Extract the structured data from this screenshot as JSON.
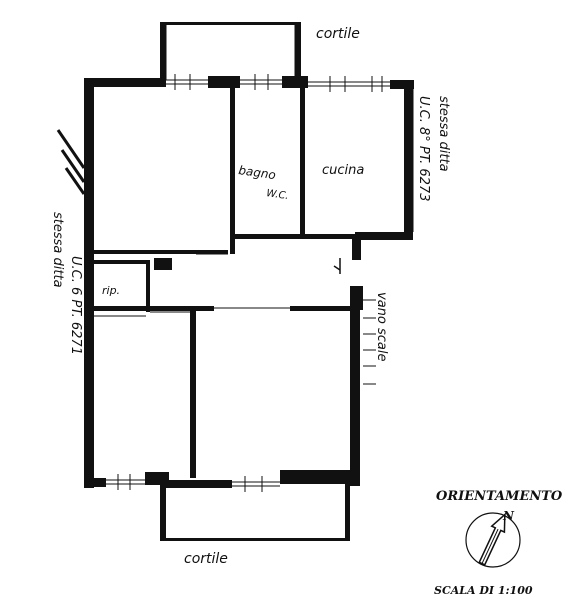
{
  "labels": {
    "top_courtyard": "cortile",
    "bottom_courtyard": "cortile",
    "bathroom": "bagno",
    "wc": "W.C.",
    "kitchen": "cucina",
    "storage": "rip.",
    "stairwell": "vano scale",
    "right_neighbor_line1": "stessa ditta",
    "right_neighbor_line2": "U.C. 8° PT. 6273",
    "left_neighbor_line1": "stessa ditta",
    "left_neighbor_line2": "U.C. 6 PT. 6271",
    "orientation": "ORIENTAMENTO",
    "north": "N",
    "scale": "SCALA DI 1:100"
  },
  "colors": {
    "ink": "#111111",
    "paper": "#ffffff"
  },
  "icons": {
    "compass": "compass-icon"
  }
}
